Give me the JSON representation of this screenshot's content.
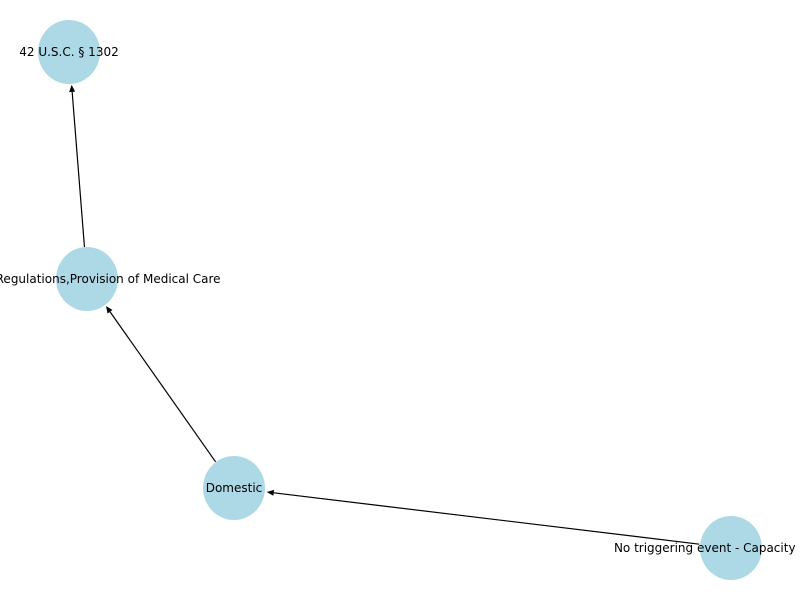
{
  "diagram": {
    "node_color": "#add8e6",
    "edge_color": "#000000",
    "nodes": [
      {
        "id": "statute",
        "label": "42 U.S.C. § 1302"
      },
      {
        "id": "safety",
        "label": "Safety Regulations,Provision of Medical Care"
      },
      {
        "id": "domestic",
        "label": "Domestic"
      },
      {
        "id": "trigger",
        "label": "No triggering event - Capacity Building"
      }
    ],
    "edges": [
      {
        "from": "trigger",
        "to": "domestic"
      },
      {
        "from": "domestic",
        "to": "safety"
      },
      {
        "from": "safety",
        "to": "statute"
      }
    ]
  }
}
